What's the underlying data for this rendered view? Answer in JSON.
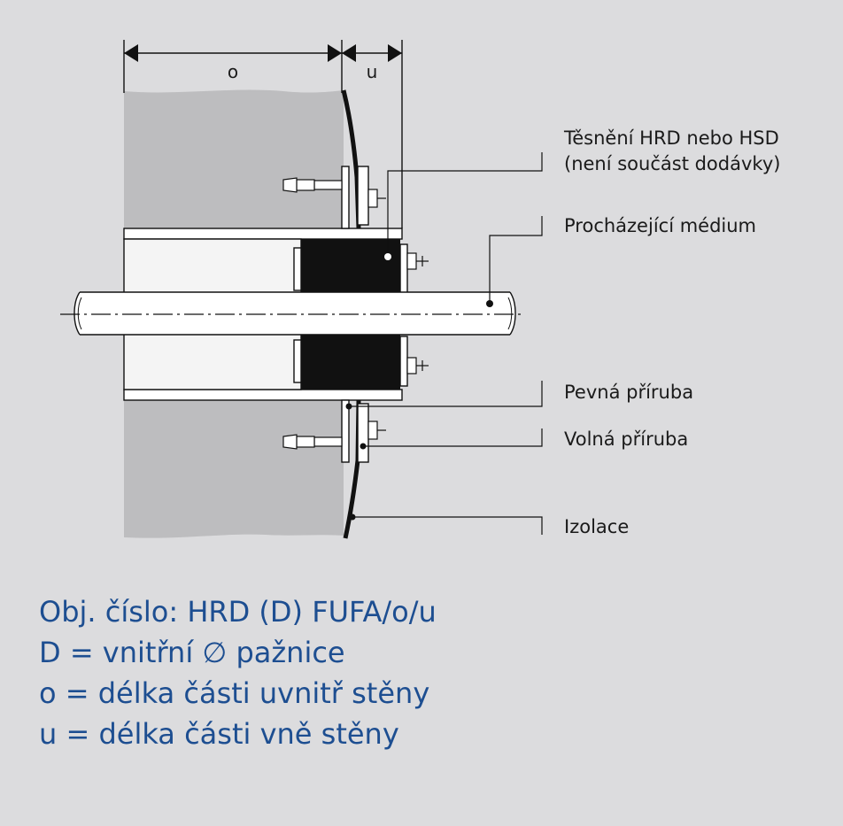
{
  "dimensions": {
    "o": "o",
    "u": "u"
  },
  "labels": {
    "seal_line1": "Těsnění HRD nebo HSD",
    "seal_line2": "(není součást dodávky)",
    "medium": "Procházející médium",
    "fixed_flange": "Pevná příruba",
    "loose_flange": "Volná příruba",
    "insulation": "Izolace"
  },
  "caption": {
    "line1": "Obj. číslo: HRD (D) FUFA/o/u",
    "line2": "D = vnitřní ∅ pažnice",
    "line3": "o = délka části uvnitř stěny",
    "line4": "u = délka části vně stěny"
  },
  "colors": {
    "background": "#dcdcde",
    "wall": "#bdbdbf",
    "seal": "#111111",
    "caption": "#1d4e91"
  }
}
